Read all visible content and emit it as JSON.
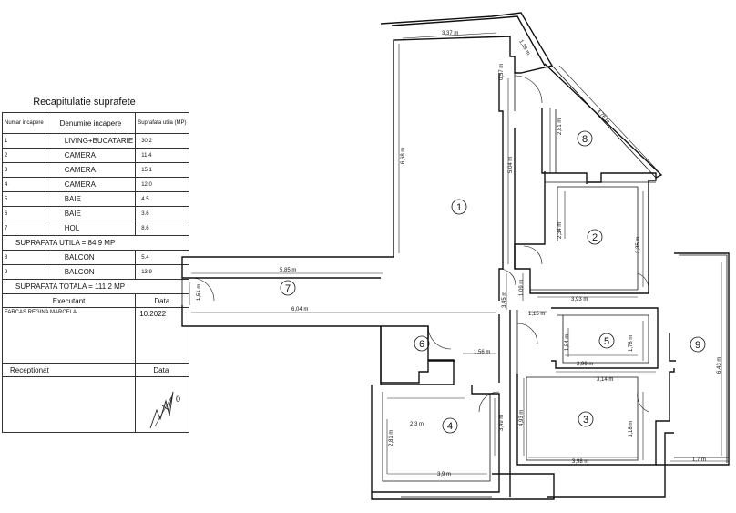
{
  "summary": {
    "title": "Recapitulatie suprafete",
    "col_nr": "Numar incapere",
    "col_name": "Denumire incapere",
    "col_area": "Suprafata utila (MP)",
    "rooms": [
      {
        "nr": "1",
        "name": "LIVING+BUCATARIE",
        "area": "30.2"
      },
      {
        "nr": "2",
        "name": "CAMERA",
        "area": "11.4"
      },
      {
        "nr": "3",
        "name": "CAMERA",
        "area": "15.1"
      },
      {
        "nr": "4",
        "name": "CAMERA",
        "area": "12.0"
      },
      {
        "nr": "5",
        "name": "BAIE",
        "area": "4.5"
      },
      {
        "nr": "6",
        "name": "BAIE",
        "area": "3.6"
      },
      {
        "nr": "7",
        "name": "HOL",
        "area": "8.6"
      }
    ],
    "useful_total": "SUPRAFATA UTILA = 84.9 MP",
    "balconies": [
      {
        "nr": "8",
        "name": "BALCON",
        "area": "5.4"
      },
      {
        "nr": "9",
        "name": "BALCON",
        "area": "13.9"
      }
    ],
    "grand_total": "SUPRAFATA TOTALA = 111.2 MP",
    "executant_label": "Executant",
    "date_label": "Data",
    "executant_name": "FARCAS REGINA MARCELA",
    "executant_date": "10.2022",
    "receptionat_label": "Receptionat",
    "receptionat_date_label": "Data"
  },
  "plan": {
    "room_labels": [
      "1",
      "2",
      "3",
      "4",
      "5",
      "6",
      "7",
      "8",
      "9"
    ],
    "dimensions": {
      "d337": "3,37 m",
      "d139": "1,39 m",
      "d057": "0,57 m",
      "d668": "6,68 m",
      "d504": "5,04 m",
      "d281a": "2,81 m",
      "d476": "4,76 m",
      "d234": "2,34 m",
      "d335": "3,35 m",
      "d585": "5,85 m",
      "d151": "1,51 m",
      "d109": "1,09 m",
      "d393": "3,93 m",
      "d604": "6,04 m",
      "d345": "3,45 m",
      "d115": "1,15 m",
      "d154": "1,54 m",
      "d178": "1,78 m",
      "d156": "1,56 m",
      "d296": "2,96 m",
      "d314": "3,14 m",
      "d643": "6,43 m",
      "d23": "2,3 m",
      "d493": "4,93 m",
      "d349": "3,49 m",
      "d318": "3,18 m",
      "d281b": "2,81 m",
      "d39": "3,9 m",
      "d398": "3,98 m",
      "d17": "1,7 m"
    },
    "signature_mark": "0"
  }
}
